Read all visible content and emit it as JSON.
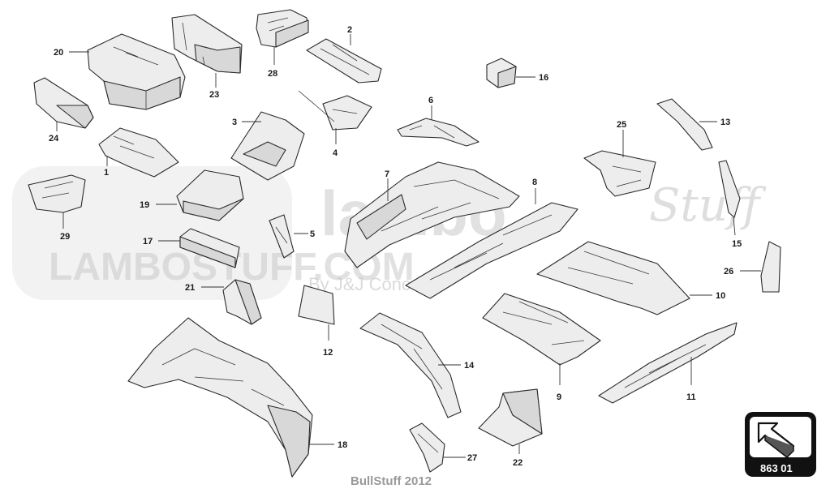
{
  "callouts": [
    "1",
    "2",
    "3",
    "4",
    "5",
    "6",
    "7",
    "8",
    "9",
    "10",
    "11",
    "12",
    "13",
    "14",
    "15",
    "16",
    "17",
    "18",
    "19",
    "20",
    "21",
    "22",
    "23",
    "24",
    "25",
    "26",
    "27",
    "28",
    "29"
  ],
  "watermark": {
    "brand": "lambo",
    "script": "Stuff",
    "url": "LAMBOSTUFF.COM",
    "byline": "By J&J Concepts"
  },
  "footer": {
    "credit": "BullStuff 2012"
  },
  "badge": {
    "code": "863 01",
    "icon": "arrow-up-left-icon"
  },
  "colors": {
    "line": "#2a2a2a",
    "part_fill": "#ededed",
    "badge": "#111111",
    "watermark": "#c9c9c9"
  }
}
